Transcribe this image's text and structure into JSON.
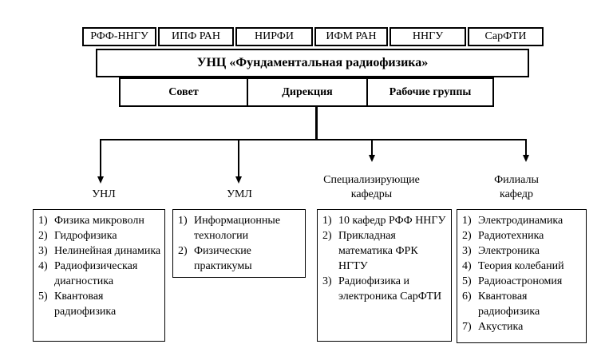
{
  "institutions": [
    "РФФ-ННГУ",
    "ИПФ РАН",
    "НИРФИ",
    "ИФМ РАН",
    "ННГУ",
    "СарФТИ"
  ],
  "center_title": "УНЦ «Фундаментальная радиофизика»",
  "governance": [
    "Совет",
    "Дирекция",
    "Рабочие группы"
  ],
  "branches": [
    {
      "label": "УНЛ",
      "items": [
        "Физика микроволн",
        "Гидрофизика",
        "Нелинейная динамика",
        "Радиофизическая диагностика",
        "Квантовая радиофизика"
      ]
    },
    {
      "label": "УМЛ",
      "items": [
        "Информационные технологии",
        "Физические практикумы"
      ]
    },
    {
      "label": "Специализирующие кафедры",
      "items": [
        "10 кафедр РФФ ННГУ",
        "Прикладная математика ФРК НГТУ",
        "Радиофизика и электроника СарФТИ"
      ]
    },
    {
      "label": "Филиалы кафедр",
      "items": [
        "Электродинамика",
        "Радиотехника",
        "Электроника",
        "Теория колебаний",
        "Радиоастрономия",
        "Квантовая радиофизика",
        "Акустика"
      ]
    }
  ]
}
